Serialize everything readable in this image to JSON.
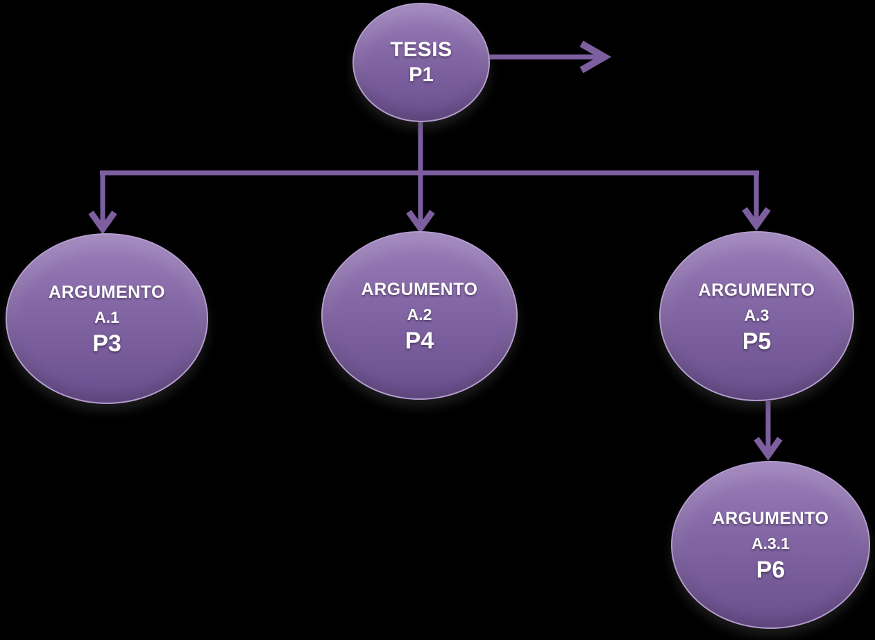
{
  "nodes": {
    "tesis": {
      "label": "TESIS",
      "code": "P1"
    },
    "a1": {
      "label": "ARGUMENTO",
      "code": "A.1",
      "ref": "P3"
    },
    "a2": {
      "label": "ARGUMENTO",
      "code": "A.2",
      "ref": "P4"
    },
    "a3": {
      "label": "ARGUMENTO",
      "code": "A.3",
      "ref": "P5"
    },
    "a31": {
      "label": "ARGUMENTO",
      "code": "A.3.1",
      "ref": "P6"
    }
  },
  "edges": [
    {
      "from": "tesis",
      "to": "offpage-right",
      "style": "arrow"
    },
    {
      "from": "tesis",
      "to": "a1",
      "style": "arrow"
    },
    {
      "from": "tesis",
      "to": "a2",
      "style": "arrow"
    },
    {
      "from": "tesis",
      "to": "a3",
      "style": "arrow"
    },
    {
      "from": "a3",
      "to": "a31",
      "style": "arrow"
    }
  ],
  "colors": {
    "background": "#000000",
    "node_top": "#9b7eba",
    "node_mid": "#8467a5",
    "node_bottom": "#6a4f8e",
    "node_border": "#b49ccf",
    "connector": "#7d5fa0",
    "text": "#ffffff"
  }
}
